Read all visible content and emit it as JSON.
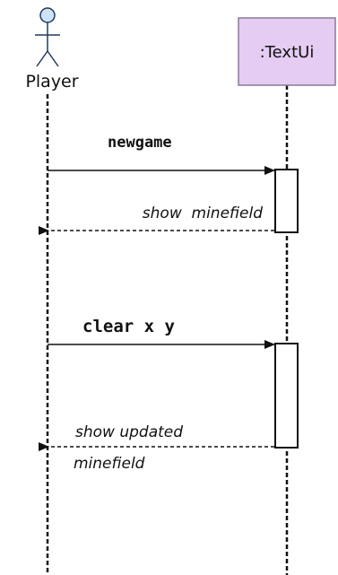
{
  "actor": {
    "label": "Player"
  },
  "object": {
    "label": ":TextUi",
    "fill_color": "#e5ccf2",
    "border_color": "#8a7a96"
  },
  "messages": [
    {
      "kind": "call",
      "text": "newgame"
    },
    {
      "kind": "return",
      "text": "show  minefield"
    },
    {
      "kind": "call",
      "text": "clear x y"
    },
    {
      "kind": "return",
      "lines": [
        "show updated",
        "minefield"
      ]
    }
  ]
}
